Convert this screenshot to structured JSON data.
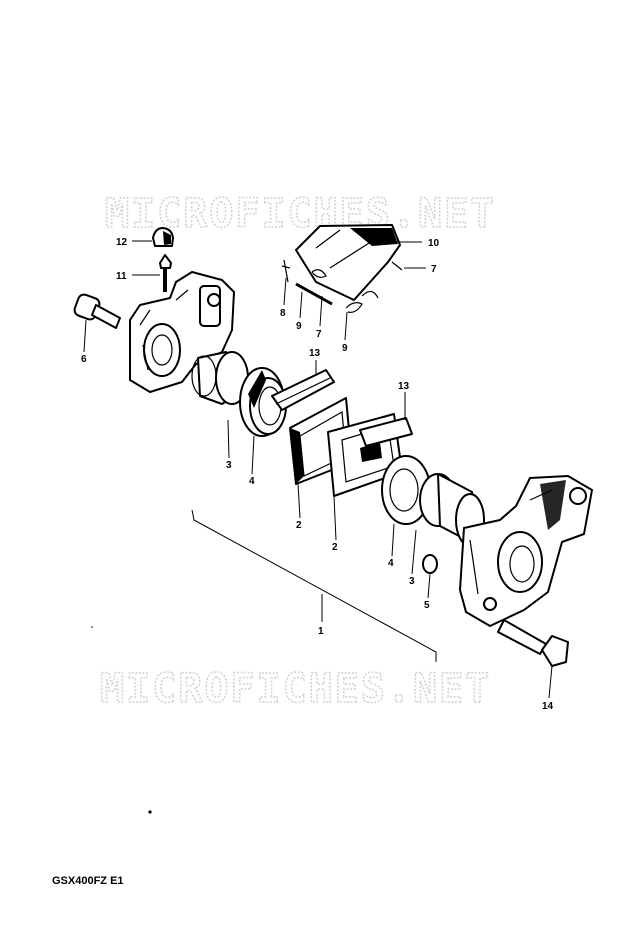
{
  "watermark": {
    "text": "MICROFICHES.NET"
  },
  "diagram": {
    "code": "GSX400FZ E1",
    "callouts": [
      {
        "id": "c-12",
        "text": "12"
      },
      {
        "id": "c-11",
        "text": "11"
      },
      {
        "id": "c-6",
        "text": "6"
      },
      {
        "id": "c-10",
        "text": "10"
      },
      {
        "id": "c-7a",
        "text": "7"
      },
      {
        "id": "c-8",
        "text": "8"
      },
      {
        "id": "c-9a",
        "text": "9"
      },
      {
        "id": "c-7b",
        "text": "7"
      },
      {
        "id": "c-9b",
        "text": "9"
      },
      {
        "id": "c-13a",
        "text": "13"
      },
      {
        "id": "c-13b",
        "text": "13"
      },
      {
        "id": "c-3a",
        "text": "3"
      },
      {
        "id": "c-4a",
        "text": "4"
      },
      {
        "id": "c-2a",
        "text": "2"
      },
      {
        "id": "c-2b",
        "text": "2"
      },
      {
        "id": "c-4b",
        "text": "4"
      },
      {
        "id": "c-3b",
        "text": "3"
      },
      {
        "id": "c-5",
        "text": "5"
      },
      {
        "id": "c-1",
        "text": "1"
      },
      {
        "id": "c-14",
        "text": "14"
      }
    ]
  }
}
